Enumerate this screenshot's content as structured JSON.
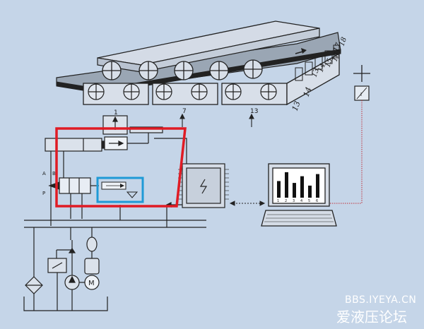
{
  "block_labels": {
    "block_1": "1",
    "block_7": "7",
    "block_13": "13"
  },
  "roller_numbers": [
    "13",
    "14",
    "15",
    "16",
    "17",
    "18"
  ],
  "lower_numbers": [
    "13",
    "14"
  ],
  "valve_ports": {
    "a": "A",
    "b": "B",
    "p": "P"
  },
  "motor_label": "M",
  "monitor_axis_labels": [
    "1",
    "2",
    "3",
    "4",
    "5",
    "6"
  ],
  "monitor_bar_levels": [
    0.62,
    0.95,
    0.55,
    0.8,
    0.45,
    0.88
  ],
  "highlight_colors": {
    "red_box": "#e01b24",
    "blue_box": "#1f9ad6",
    "link_line": "#c0303a"
  },
  "watermark": {
    "line1": "BBS.IYEYA.CN",
    "line2": "爱液压论坛"
  }
}
